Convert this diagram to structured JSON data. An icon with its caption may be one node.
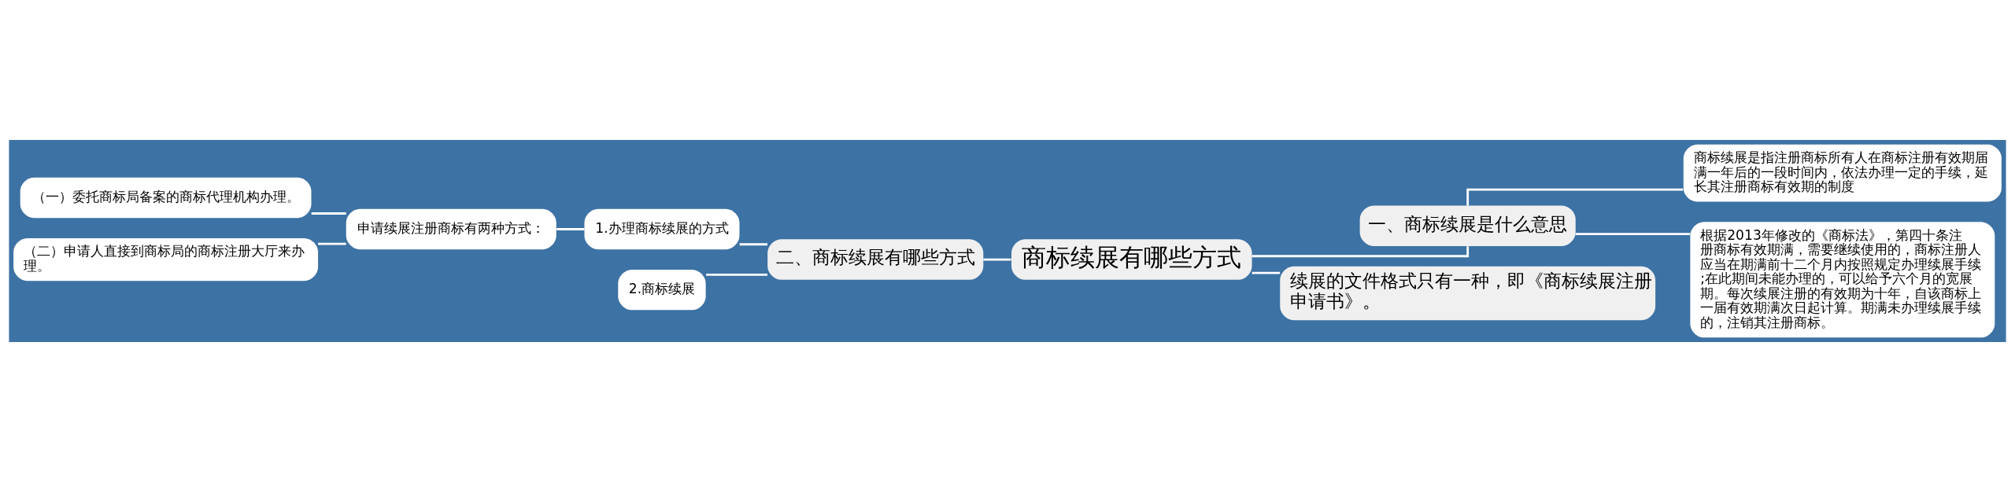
{
  "diagram": {
    "nodes": [
      {
        "text": [
          "商标续展有哪些方式"
        ]
      },
      {
        "text": [
          "二、商标续展有哪些方式"
        ]
      },
      {
        "text": [
          "1.办理商标续展的方式"
        ]
      },
      {
        "text": [
          "申请续展注册商标有两种方式："
        ]
      },
      {
        "text": [
          "（一）委托商标局备案的商标代理机构办理。"
        ]
      },
      {
        "text": [
          "（二）申请人直接到商标局的商标注册大厅来办理。"
        ]
      },
      {
        "text": [
          "2.商标续展"
        ]
      },
      {
        "text": [
          "一、商标续展是什么意思"
        ]
      },
      {
        "text": [
          "商标续展是指注册商标所有人在商标注册有效期届满一年后的一段时间内，依法办理一定的手续，延长其注册商标有效期的制度"
        ]
      },
      {
        "text": [
          "根据2013年修改的《商标法》，第四十条注册商标有效期满，需要继续使用的，商标注册人应当在期满前十二个月内按照规定办理续展手续;在此期间未能办理的，可以给予六个月的宽展期。每次续展注册的有效期为十年，自该商标上一届有效期满次日起计算。期满未办理续展手续的，注销其注册商标。"
        ]
      },
      {
        "text": [
          "续展的文件格式只有一种，即《商标续展注册申请书》。"
        ]
      }
    ],
    "edges": [
      {
        "from": 4,
        "to": 3,
        "arrow": "none"
      },
      {
        "from": 5,
        "to": 3,
        "arrow": "none"
      },
      {
        "from": 3,
        "to": 2,
        "arrow": "none"
      },
      {
        "from": 2,
        "to": 1,
        "arrow": "none"
      },
      {
        "from": 6,
        "to": 1,
        "arrow": "none"
      },
      {
        "from": 1,
        "to": 0,
        "arrow": "none"
      },
      {
        "from": 0,
        "to": 7,
        "arrow": "none"
      },
      {
        "from": 0,
        "to": 10,
        "arrow": "none"
      },
      {
        "from": 7,
        "to": 8,
        "arrow": "none"
      },
      {
        "from": 7,
        "to": 9,
        "arrow": "none"
      }
    ]
  }
}
